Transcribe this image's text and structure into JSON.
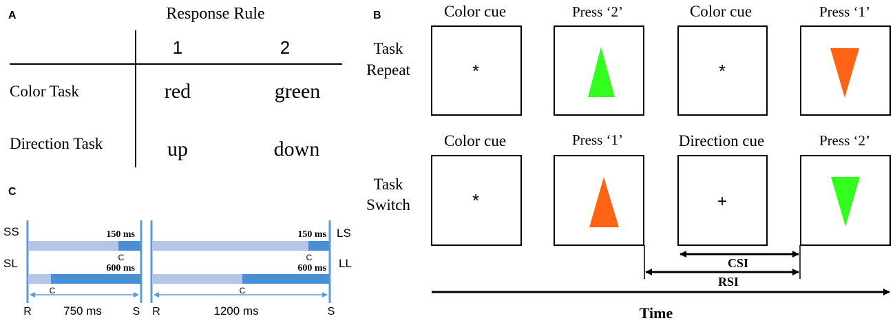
{
  "panel_a": {
    "letter": "A",
    "header": "Response Rule",
    "col1": "1",
    "col2": "2",
    "rows": [
      {
        "task": "Color Task",
        "r1": "red",
        "r2": "green"
      },
      {
        "task": "Direction Task",
        "r1": "up",
        "r2": "down"
      }
    ]
  },
  "panel_b": {
    "letter": "B",
    "row_repeat": {
      "label_line1": "Task",
      "label_line2": "Repeat",
      "cue1_label": "Color cue",
      "cue1_symbol": "*",
      "target1_label": "Press ‘2’",
      "cue2_label": "Color cue",
      "cue2_symbol": "*",
      "target2_label": "Press ‘1’"
    },
    "row_switch": {
      "label_line1": "Task",
      "label_line2": "Switch",
      "cue1_label": "Color cue",
      "cue1_symbol": "*",
      "target1_label": "Press ‘1’",
      "cue2_label": "Direction cue",
      "cue2_symbol": "+",
      "target2_label": "Press ‘2’"
    },
    "csi_label": "CSI",
    "rsi_label": "RSI",
    "time_label": "Time",
    "colors": {
      "green": "#33ff1f",
      "orange": "#ff6314"
    }
  },
  "panel_c": {
    "letter": "C",
    "short": {
      "ss_label": "SS",
      "sl_label": "SL",
      "ss_ms": "150 ms",
      "sl_ms": "600 ms",
      "c_label": "C",
      "r_label": "R",
      "s_label": "S",
      "duration": "750 ms"
    },
    "long": {
      "ls_label": "LS",
      "ll_label": "LL",
      "ls_ms": "150 ms",
      "ll_ms": "600 ms",
      "c_label": "C",
      "r_label": "R",
      "s_label": "S",
      "duration": "1200 ms"
    },
    "colors": {
      "light": "#b4c6e7",
      "dark": "#4a8fd4",
      "line": "#5b9bd5"
    }
  }
}
